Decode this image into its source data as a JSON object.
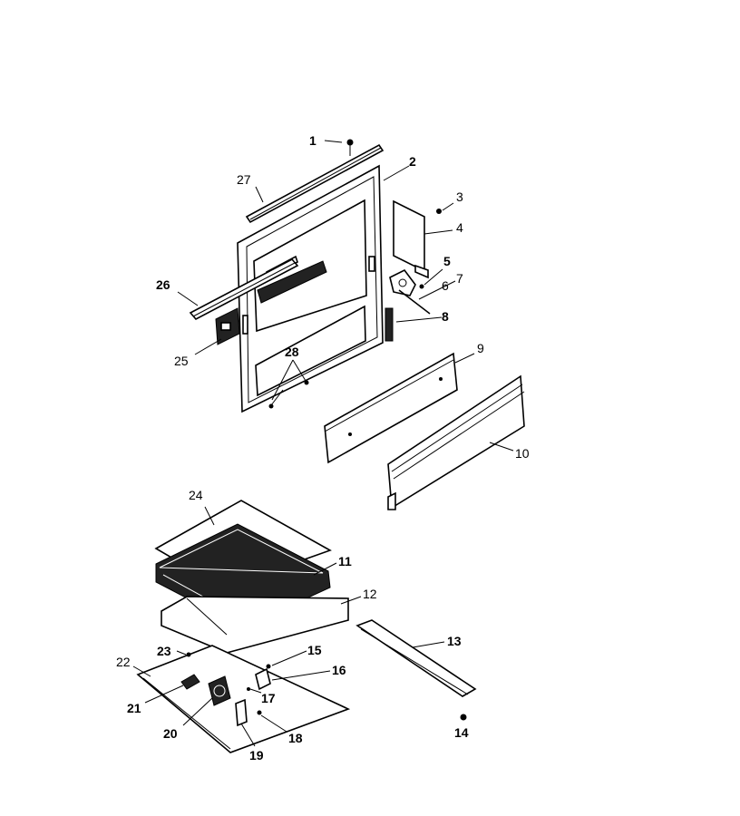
{
  "callouts": {
    "c1": "1",
    "c2": "2",
    "c3": "3",
    "c4": "4",
    "c5": "5",
    "c6": "6",
    "c7": "7",
    "c8": "8",
    "c9": "9",
    "c10": "10",
    "c11": "11",
    "c12": "12",
    "c13": "13",
    "c14": "14",
    "c15": "15",
    "c16": "16",
    "c17": "17",
    "c18": "18",
    "c19": "19",
    "c20": "20",
    "c21": "21",
    "c22": "22",
    "c23": "23",
    "c24": "24",
    "c25": "25",
    "c26": "26",
    "c27": "27",
    "c28": "28"
  }
}
